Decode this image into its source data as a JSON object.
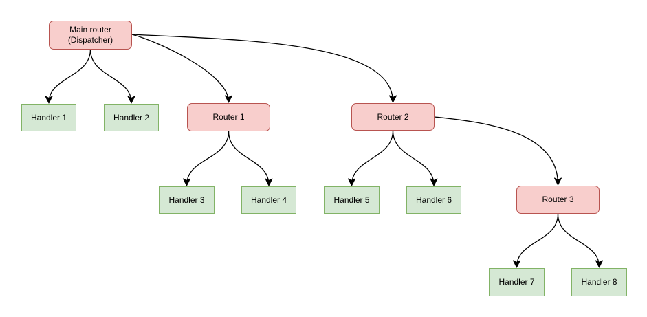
{
  "colors": {
    "router_fill": "#f8cecc",
    "router_border": "#b85450",
    "handler_fill": "#d5e8d4",
    "handler_border": "#82b366",
    "edge": "#000000",
    "text": "#000000",
    "background": "#ffffff"
  },
  "nodes": [
    {
      "id": "main-router",
      "kind": "router",
      "label": "Main router\n(Dispatcher)"
    },
    {
      "id": "handler-1",
      "kind": "handler",
      "label": "Handler 1"
    },
    {
      "id": "handler-2",
      "kind": "handler",
      "label": "Handler 2"
    },
    {
      "id": "router-1",
      "kind": "router",
      "label": "Router 1"
    },
    {
      "id": "router-2",
      "kind": "router",
      "label": "Router 2"
    },
    {
      "id": "handler-3",
      "kind": "handler",
      "label": "Handler 3"
    },
    {
      "id": "handler-4",
      "kind": "handler",
      "label": "Handler 4"
    },
    {
      "id": "handler-5",
      "kind": "handler",
      "label": "Handler 5"
    },
    {
      "id": "handler-6",
      "kind": "handler",
      "label": "Handler 6"
    },
    {
      "id": "router-3",
      "kind": "router",
      "label": "Router 3"
    },
    {
      "id": "handler-7",
      "kind": "handler",
      "label": "Handler 7"
    },
    {
      "id": "handler-8",
      "kind": "handler",
      "label": "Handler 8"
    }
  ],
  "edges": [
    {
      "from": "main-router",
      "to": "handler-1"
    },
    {
      "from": "main-router",
      "to": "handler-2"
    },
    {
      "from": "main-router",
      "to": "router-1"
    },
    {
      "from": "main-router",
      "to": "router-2"
    },
    {
      "from": "router-1",
      "to": "handler-3"
    },
    {
      "from": "router-1",
      "to": "handler-4"
    },
    {
      "from": "router-2",
      "to": "handler-5"
    },
    {
      "from": "router-2",
      "to": "handler-6"
    },
    {
      "from": "router-2",
      "to": "router-3"
    },
    {
      "from": "router-3",
      "to": "handler-7"
    },
    {
      "from": "router-3",
      "to": "handler-8"
    }
  ]
}
